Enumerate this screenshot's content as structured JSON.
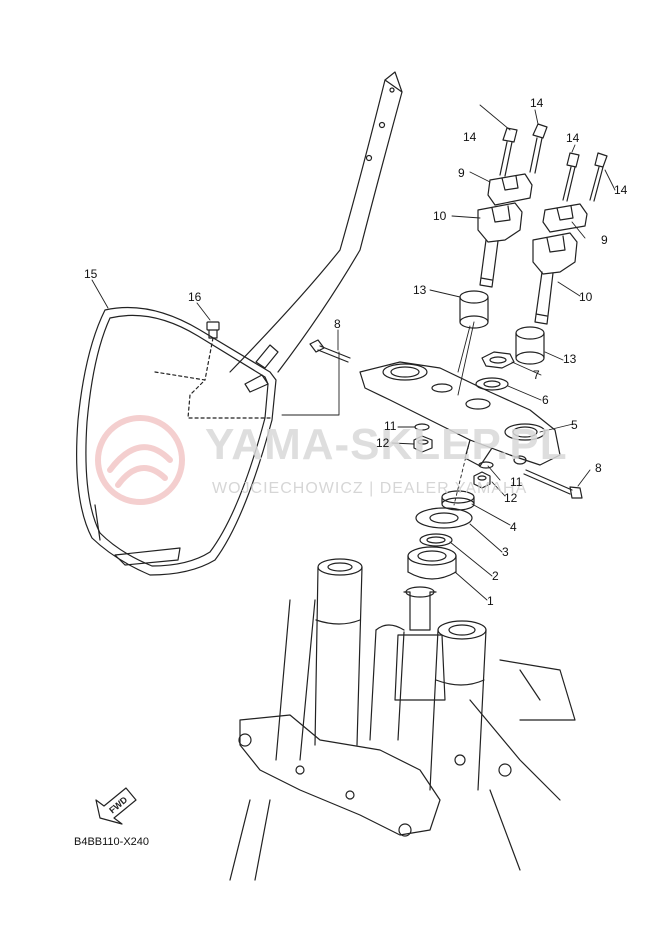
{
  "watermark": {
    "title": "YAMA-SKLEP.PL",
    "subtitle": "WOJCIECHOWICZ | DEALER YAMAHA"
  },
  "diagram_code": "B4BB110-X240",
  "direction_marker": "FWD",
  "callouts": [
    {
      "id": "c1",
      "text": "1"
    },
    {
      "id": "c2",
      "text": "2"
    },
    {
      "id": "c3",
      "text": "3"
    },
    {
      "id": "c4",
      "text": "4"
    },
    {
      "id": "c5",
      "text": "5"
    },
    {
      "id": "c6",
      "text": "6"
    },
    {
      "id": "c7",
      "text": "7"
    },
    {
      "id": "c8a",
      "text": "8"
    },
    {
      "id": "c8b",
      "text": "8"
    },
    {
      "id": "c9a",
      "text": "9"
    },
    {
      "id": "c9b",
      "text": "9"
    },
    {
      "id": "c10a",
      "text": "10"
    },
    {
      "id": "c10b",
      "text": "10"
    },
    {
      "id": "c11a",
      "text": "11"
    },
    {
      "id": "c11b",
      "text": "11"
    },
    {
      "id": "c12a",
      "text": "12"
    },
    {
      "id": "c12b",
      "text": "12"
    },
    {
      "id": "c13a",
      "text": "13"
    },
    {
      "id": "c13b",
      "text": "13"
    },
    {
      "id": "c14a",
      "text": "14"
    },
    {
      "id": "c14b",
      "text": "14"
    },
    {
      "id": "c14c",
      "text": "14"
    },
    {
      "id": "c14d",
      "text": "14"
    },
    {
      "id": "c15",
      "text": "15"
    },
    {
      "id": "c16",
      "text": "16"
    }
  ]
}
